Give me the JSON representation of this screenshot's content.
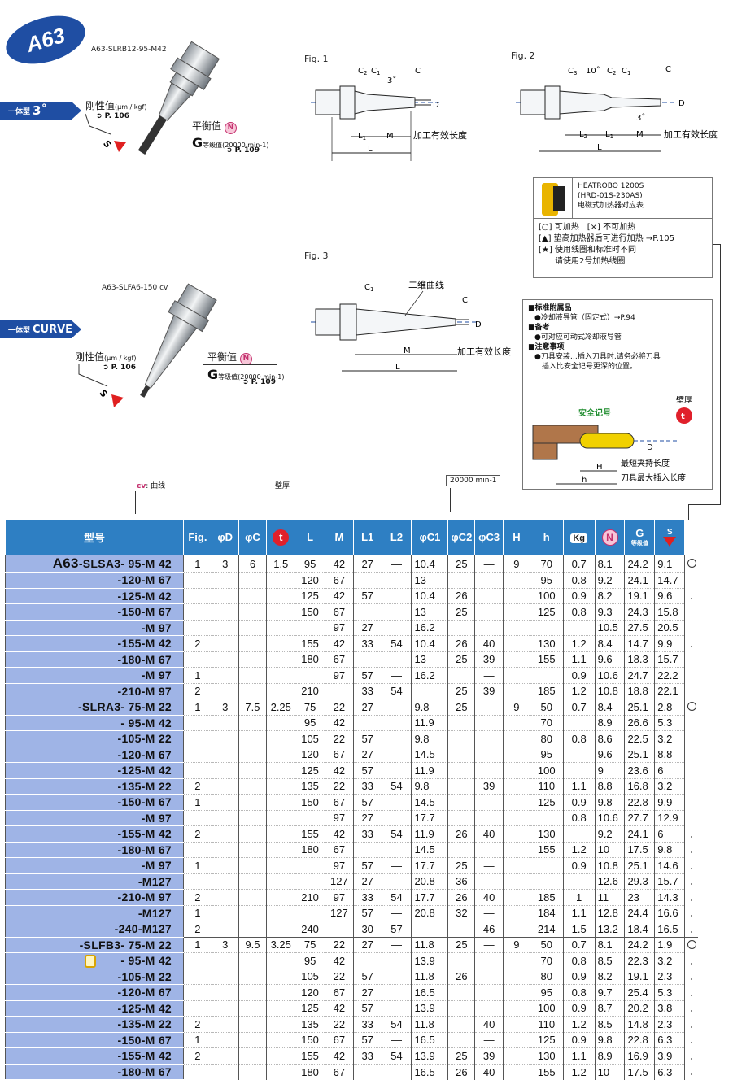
{
  "badge": "A63",
  "tools": [
    {
      "model": "A63-SLRB12-95-M42",
      "tag_prefix": "一体型",
      "tag_main": "3˚",
      "rigidity_label": "刚性值",
      "rigidity_unit": "(μm / kgf)",
      "rigidity_ref": "➲ P. 106",
      "balance_label": "平衡值",
      "balance_icon": "N",
      "g_label": "G",
      "g_sub": "等级值",
      "g_rpm": "(20000 min-1)",
      "g_ref": "➲ P. 109",
      "s_label": "S"
    },
    {
      "model": "A63-SLFA6-150 cv",
      "tag_prefix": "一体型",
      "tag_main": "CURVE",
      "rigidity_label": "刚性值",
      "rigidity_unit": "(μm / kgf)",
      "rigidity_ref": "➲ P. 106",
      "balance_label": "平衡值",
      "balance_icon": "N",
      "g_label": "G",
      "g_sub": "等级值",
      "g_rpm": "(20000 min-1)",
      "g_ref": "➲ P. 109",
      "s_label": "S"
    }
  ],
  "figures": {
    "fig1": {
      "title": "Fig. 1",
      "labels": [
        "C2",
        "C1",
        "3˚",
        "C",
        "D",
        "L1",
        "M",
        "L"
      ],
      "effective_length": "加工有效长度"
    },
    "fig2": {
      "title": "Fig. 2",
      "labels": [
        "C3",
        "10˚",
        "C2",
        "C1",
        "C",
        "D",
        "3˚",
        "L2",
        "L1",
        "M",
        "L"
      ],
      "effective_length": "加工有效长度"
    },
    "fig3": {
      "title": "Fig. 3",
      "labels": [
        "C1",
        "C",
        "D",
        "M",
        "L"
      ],
      "curve_label": "二维曲线",
      "effective_length": "加工有效长度"
    }
  },
  "heatrobo": {
    "title_line1": "HEATROBO 1200S",
    "title_line2": "(HRD-01S-230AS)",
    "title_line3": "电磁式加热器对应表",
    "notes": [
      "[○] 可加热　[×] 不可加热",
      "[▲] 垫高加热器后可进行加热 →P.105",
      "[★] 使用线圈和标准时不同",
      "　　请使用2号加热线圈"
    ]
  },
  "info": {
    "sec1": "■标准附属品",
    "sec1_item": "●冷却液导管（固定式）→P.94",
    "sec2": "■备考",
    "sec2_item": "●可对应可动式冷却液导管",
    "sec3": "■注意事项",
    "sec3_item1": "●刀具安装…插入刀具时,请务必将刀具",
    "sec3_item2": "　插入比安全记号更深的位置。",
    "wall_label": "壁厚",
    "safety_label": "安全记号",
    "d_label": "D",
    "h_label": "H",
    "h_small": "h",
    "min_clamp": "最短夹持长度",
    "max_insert": "刀具最大插入长度"
  },
  "legend": {
    "cv_label": "cv",
    "cv_text": ": 曲线",
    "wall": "壁厚",
    "rpm": "20000 min-1"
  },
  "table": {
    "headers": [
      "型号",
      "Fig.",
      "φD",
      "φC",
      "t",
      "L",
      "M",
      "L1",
      "L2",
      "φC1",
      "φC2",
      "φC3",
      "H",
      "h",
      "Kg",
      "N",
      "G",
      "S"
    ],
    "g_sub": "等级值",
    "rows": [
      {
        "pre": "A63",
        "model": "-SLSA3- 95-M 42",
        "fig": "1",
        "d": "3",
        "c": "6",
        "t": "1.5",
        "L": "95",
        "M": "42",
        "L1": "27",
        "L2": "—",
        "C1": "10.4",
        "C2": "25",
        "C3": "—",
        "H": "9",
        "h": "70",
        "kg": "0.7",
        "N": "8.1",
        "G": "24.2",
        "S": "9.1",
        "mark": "○",
        "group": true
      },
      {
        "model": "-120-M 67",
        "L": "120",
        "M": "67",
        "C1": "13",
        "h": "95",
        "kg": "0.8",
        "N": "9.2",
        "G": "24.1",
        "S": "14.7"
      },
      {
        "model": "-125-M 42",
        "L": "125",
        "M": "42",
        "L1": "57",
        "C1": "10.4",
        "C2": "26",
        "h": "100",
        "kg": "0.9",
        "N": "8.2",
        "G": "19.1",
        "S": "9.6",
        "mark": "•"
      },
      {
        "model": "-150-M 67",
        "L": "150",
        "M": "67",
        "C1": "13",
        "C2": "25",
        "h": "125",
        "kg": "0.8",
        "N": "9.3",
        "G": "24.3",
        "S": "15.8"
      },
      {
        "model": "-M 97",
        "M": "97",
        "L1": "27",
        "C1": "16.2",
        "N": "10.5",
        "G": "27.5",
        "S": "20.5"
      },
      {
        "model": "-155-M 42",
        "fig": "2",
        "L": "155",
        "M": "42",
        "L1": "33",
        "L2": "54",
        "C1": "10.4",
        "C2": "26",
        "C3": "40",
        "h": "130",
        "kg": "1.2",
        "N": "8.4",
        "G": "14.7",
        "S": "9.9",
        "mark": "•"
      },
      {
        "model": "-180-M 67",
        "L": "180",
        "M": "67",
        "C1": "13",
        "C2": "25",
        "C3": "39",
        "h": "155",
        "kg": "1.1",
        "N": "9.6",
        "G": "18.3",
        "S": "15.7"
      },
      {
        "model": "-M 97",
        "fig": "1",
        "M": "97",
        "L1": "57",
        "L2": "—",
        "C1": "16.2",
        "C3": "—",
        "kg": "0.9",
        "N": "10.6",
        "G": "24.7",
        "S": "22.2"
      },
      {
        "model": "-210-M 97",
        "fig": "2",
        "L": "210",
        "L1": "33",
        "L2": "54",
        "C2": "25",
        "C3": "39",
        "h": "185",
        "kg": "1.2",
        "N": "10.8",
        "G": "18.8",
        "S": "22.1"
      },
      {
        "model": "-SLRA3- 75-M 22",
        "fig": "1",
        "d": "3",
        "c": "7.5",
        "t": "2.25",
        "L": "75",
        "M": "22",
        "L1": "27",
        "L2": "—",
        "C1": "9.8",
        "C2": "25",
        "C3": "—",
        "H": "9",
        "h": "50",
        "kg": "0.7",
        "N": "8.4",
        "G": "25.1",
        "S": "2.8",
        "mark": "○",
        "group": true
      },
      {
        "model": "- 95-M 42",
        "L": "95",
        "M": "42",
        "C1": "11.9",
        "h": "70",
        "N": "8.9",
        "G": "26.6",
        "S": "5.3"
      },
      {
        "model": "-105-M 22",
        "L": "105",
        "M": "22",
        "L1": "57",
        "C1": "9.8",
        "h": "80",
        "kg": "0.8",
        "N": "8.6",
        "G": "22.5",
        "S": "3.2"
      },
      {
        "model": "-120-M 67",
        "L": "120",
        "M": "67",
        "L1": "27",
        "C1": "14.5",
        "h": "95",
        "N": "9.6",
        "G": "25.1",
        "S": "8.8"
      },
      {
        "model": "-125-M 42",
        "L": "125",
        "M": "42",
        "L1": "57",
        "C1": "11.9",
        "h": "100",
        "N": "9",
        "G": "23.6",
        "S": "6"
      },
      {
        "model": "-135-M 22",
        "fig": "2",
        "L": "135",
        "M": "22",
        "L1": "33",
        "L2": "54",
        "C1": "9.8",
        "C3": "39",
        "h": "110",
        "kg": "1.1",
        "N": "8.8",
        "G": "16.8",
        "S": "3.2"
      },
      {
        "model": "-150-M 67",
        "fig": "1",
        "L": "150",
        "M": "67",
        "L1": "57",
        "L2": "—",
        "C1": "14.5",
        "C3": "—",
        "h": "125",
        "kg": "0.9",
        "N": "9.8",
        "G": "22.8",
        "S": "9.9"
      },
      {
        "model": "-M 97",
        "M": "97",
        "L1": "27",
        "C1": "17.7",
        "kg": "0.8",
        "N": "10.6",
        "G": "27.7",
        "S": "12.9"
      },
      {
        "model": "-155-M 42",
        "fig": "2",
        "L": "155",
        "M": "42",
        "L1": "33",
        "L2": "54",
        "C1": "11.9",
        "C2": "26",
        "C3": "40",
        "h": "130",
        "N": "9.2",
        "G": "24.1",
        "S": "6",
        "mark": "•"
      },
      {
        "model": "-180-M 67",
        "L": "180",
        "M": "67",
        "C1": "14.5",
        "h": "155",
        "kg": "1.2",
        "N": "10",
        "G": "17.5",
        "S": "9.8",
        "mark": "•"
      },
      {
        "model": "-M 97",
        "fig": "1",
        "M": "97",
        "L1": "57",
        "L2": "—",
        "C1": "17.7",
        "C2": "25",
        "C3": "—",
        "kg": "0.9",
        "N": "10.8",
        "G": "25.1",
        "S": "14.6",
        "mark": "•"
      },
      {
        "model": "-M127",
        "M": "127",
        "L1": "27",
        "C1": "20.8",
        "C2": "36",
        "N": "12.6",
        "G": "29.3",
        "S": "15.7",
        "mark": "•"
      },
      {
        "model": "-210-M 97",
        "fig": "2",
        "L": "210",
        "M": "97",
        "L1": "33",
        "L2": "54",
        "C1": "17.7",
        "C2": "26",
        "C3": "40",
        "h": "185",
        "kg": "1",
        "N": "11",
        "G": "23",
        "S": "14.3",
        "mark": "•"
      },
      {
        "model": "-M127",
        "fig": "1",
        "M": "127",
        "L1": "57",
        "L2": "—",
        "C1": "20.8",
        "C2": "32",
        "C3": "—",
        "h": "184",
        "kg": "1.1",
        "N": "12.8",
        "G": "24.4",
        "S": "16.6",
        "mark": "•"
      },
      {
        "model": "-240-M127",
        "fig": "2",
        "L": "240",
        "L1": "30",
        "L2": "57",
        "C3": "46",
        "h": "214",
        "kg": "1.5",
        "N": "13.2",
        "G": "18.4",
        "S": "16.5",
        "mark": "•"
      },
      {
        "model": "-SLFB3- 75-M 22",
        "fig": "1",
        "d": "3",
        "c": "9.5",
        "t": "3.25",
        "L": "75",
        "M": "22",
        "L1": "27",
        "L2": "—",
        "C1": "11.8",
        "C2": "25",
        "C3": "—",
        "H": "9",
        "h": "50",
        "kg": "0.7",
        "N": "8.1",
        "G": "24.2",
        "S": "1.9",
        "mark": "○",
        "group": true
      },
      {
        "model": "- 95-M 42",
        "icon": true,
        "L": "95",
        "M": "42",
        "C1": "13.9",
        "h": "70",
        "kg": "0.8",
        "N": "8.5",
        "G": "22.3",
        "S": "3.2",
        "mark": "•"
      },
      {
        "model": "-105-M 22",
        "L": "105",
        "M": "22",
        "L1": "57",
        "C1": "11.8",
        "C2": "26",
        "h": "80",
        "kg": "0.9",
        "N": "8.2",
        "G": "19.1",
        "S": "2.3",
        "mark": "•"
      },
      {
        "model": "-120-M 67",
        "L": "120",
        "M": "67",
        "L1": "27",
        "C1": "16.5",
        "h": "95",
        "kg": "0.8",
        "N": "9.7",
        "G": "25.4",
        "S": "5.3",
        "mark": "•"
      },
      {
        "model": "-125-M 42",
        "L": "125",
        "M": "42",
        "L1": "57",
        "C1": "13.9",
        "h": "100",
        "kg": "0.9",
        "N": "8.7",
        "G": "20.2",
        "S": "3.8",
        "mark": "•"
      },
      {
        "model": "-135-M 22",
        "fig": "2",
        "L": "135",
        "M": "22",
        "L1": "33",
        "L2": "54",
        "C1": "11.8",
        "C3": "40",
        "h": "110",
        "kg": "1.2",
        "N": "8.5",
        "G": "14.8",
        "S": "2.3",
        "mark": "•"
      },
      {
        "model": "-150-M 67",
        "fig": "1",
        "L": "150",
        "M": "67",
        "L1": "57",
        "L2": "—",
        "C1": "16.5",
        "C3": "—",
        "h": "125",
        "kg": "0.9",
        "N": "9.8",
        "G": "22.8",
        "S": "6.3",
        "mark": "•"
      },
      {
        "model": "-155-M 42",
        "fig": "2",
        "L": "155",
        "M": "42",
        "L1": "33",
        "L2": "54",
        "C1": "13.9",
        "C2": "25",
        "C3": "39",
        "h": "130",
        "kg": "1.1",
        "N": "8.9",
        "G": "16.9",
        "S": "3.9",
        "mark": "•"
      },
      {
        "model": "-180-M 67",
        "L": "180",
        "M": "67",
        "C1": "16.5",
        "C2": "26",
        "C3": "40",
        "h": "155",
        "kg": "1.2",
        "N": "10",
        "G": "17.5",
        "S": "6.3",
        "mark": "•"
      }
    ]
  }
}
